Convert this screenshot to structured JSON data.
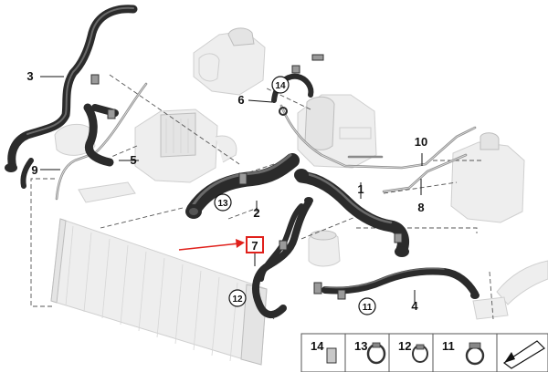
{
  "callouts": {
    "c1": "1",
    "c2": "2",
    "c3": "3",
    "c4": "4",
    "c5": "5",
    "c6": "6",
    "c7": "7",
    "c8": "8",
    "c9": "9",
    "c10": "10",
    "c11": "11",
    "c12": "12",
    "c13": "13",
    "c14": "14"
  },
  "legend": {
    "items": [
      {
        "number": "14"
      },
      {
        "number": "13"
      },
      {
        "number": "12"
      },
      {
        "number": "11"
      }
    ]
  },
  "colors": {
    "highlight_box": "#e0201b",
    "pointer_arrow": "#e0201b",
    "hose": "#2b2b2b",
    "ghost_part": "#eeeeee"
  }
}
